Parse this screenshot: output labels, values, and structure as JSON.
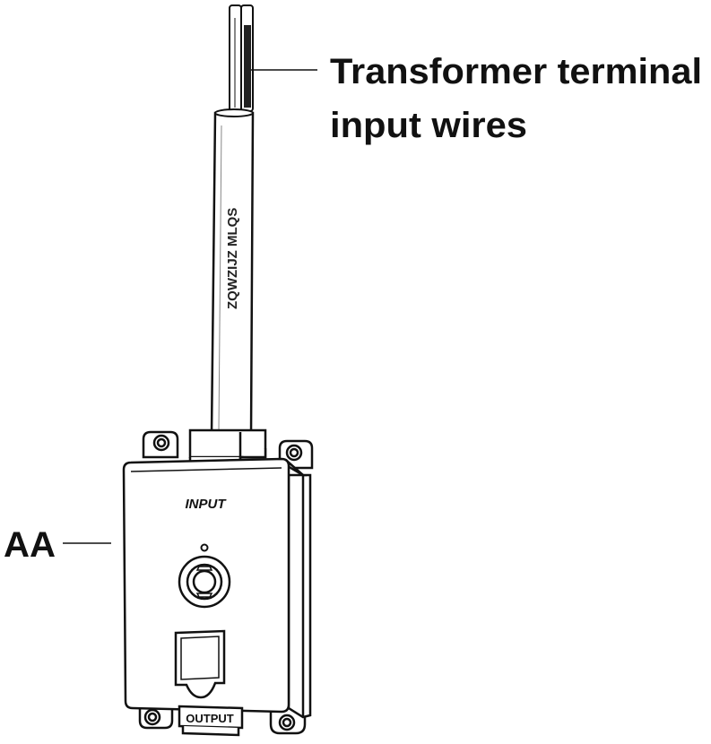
{
  "callouts": {
    "wires_line1": "Transformer terminal",
    "wires_line2": "input wires",
    "device_label": "AA"
  },
  "device": {
    "input_label": "INPUT",
    "output_label": "OUTPUT"
  },
  "cable": {
    "printed_marking": "ZQWZIJZ MLQS"
  },
  "colors": {
    "line": "#111111",
    "background": "#ffffff"
  }
}
